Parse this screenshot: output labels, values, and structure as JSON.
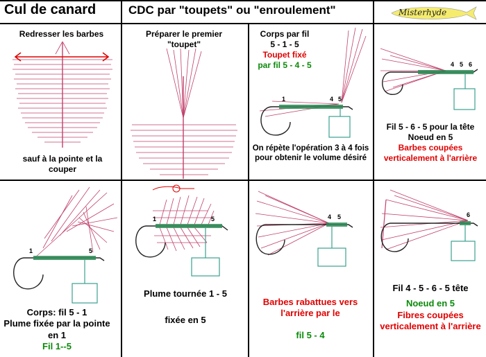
{
  "header": {
    "left_title": "Cul de canard",
    "center_title": "CDC par \"toupets\" ou \"enroulement\"",
    "logo_text": "Misterhyde"
  },
  "panels": {
    "p1": {
      "top": "Redresser les barbes",
      "bottom": "sauf à la pointe et la couper"
    },
    "p2": {
      "top": "Préparer le premier \"toupet\""
    },
    "p3": {
      "line1": "Corps par fil",
      "line2": "5 - 1 - 5",
      "line3": "Toupet fixé",
      "line4": "par fil 5 - 4 - 5",
      "bottom": "On répète l'opération 3 à 4 fois pour obtenir le volume désiré",
      "labels": [
        "1",
        "4",
        "5"
      ]
    },
    "p4": {
      "labels": [
        "4",
        "5",
        "6"
      ],
      "line1": "Fil 5 - 6 - 5 pour la tête",
      "line2": "Noeud en 5",
      "line3": "Barbes coupées verticalement à l'arrière"
    },
    "p5": {
      "labels": [
        "1",
        "5"
      ],
      "line1": "Corps: fil 5 - 1",
      "line2": "Plume fixée par la pointe en 1",
      "line3": "Fil 1--5"
    },
    "p6": {
      "labels": [
        "1",
        "5"
      ],
      "line1": "Plume tournée 1 - 5",
      "line2": "fixée en 5"
    },
    "p7": {
      "labels": [
        "4",
        "5"
      ],
      "line1": "Barbes rabattues vers l'arrière par le",
      "line2": "fil 5 - 4"
    },
    "p8": {
      "labels": [
        "6"
      ],
      "line1": "Fil 4 - 5 - 6 - 5 tête",
      "line2": "Noeud en 5",
      "line3": "Fibres coupées verticalement à l'arrière"
    }
  },
  "colors": {
    "red": "#e00000",
    "green": "#0a8a0a",
    "feather": "#c0406a",
    "thread": "#2e8b57",
    "hook": "#222222",
    "vise": "#3aa090",
    "logo_fill": "#f5ec6e"
  }
}
